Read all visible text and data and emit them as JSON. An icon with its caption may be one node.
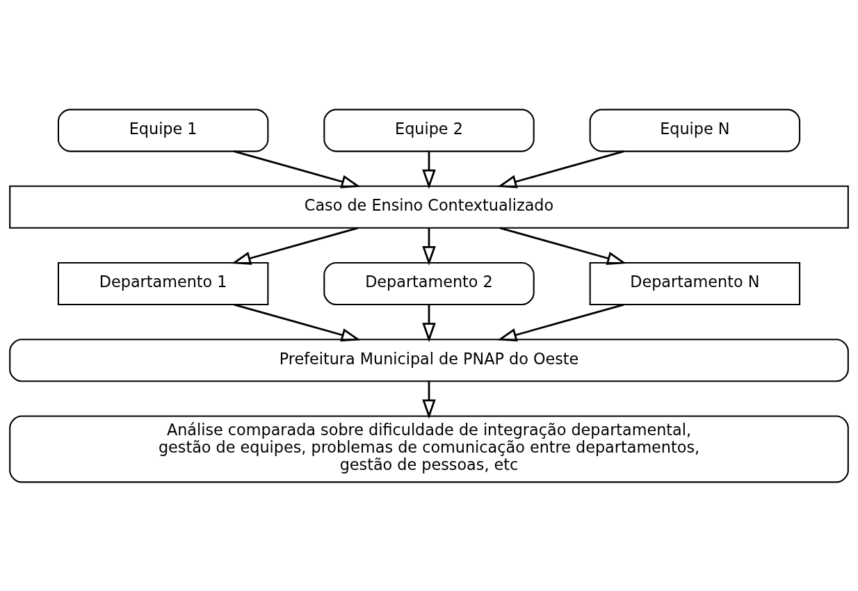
{
  "diagram": {
    "nodes": [
      {
        "text": [
          "Equipe 1"
        ]
      },
      {
        "text": [
          "Equipe 2"
        ]
      },
      {
        "text": [
          "Equipe N"
        ]
      },
      {
        "text": [
          "Caso de Ensino Contextualizado"
        ]
      },
      {
        "text": [
          "Departamento 1"
        ]
      },
      {
        "text": [
          "Departamento 2"
        ]
      },
      {
        "text": [
          "Departamento N"
        ]
      },
      {
        "text": [
          "Prefeitura Municipal de PNAP do Oeste"
        ]
      },
      {
        "text": [
          "Análise comparada sobre dificuldade de integração departamental, gestão de equipes, problemas de comunicação entre departamentos, gestão de pessoas, etc"
        ]
      }
    ],
    "edges": [
      {
        "from": 0,
        "to": 3,
        "arrow": "to"
      },
      {
        "from": 1,
        "to": 3,
        "arrow": "to"
      },
      {
        "from": 2,
        "to": 3,
        "arrow": "to"
      },
      {
        "from": 3,
        "to": 4,
        "arrow": "to"
      },
      {
        "from": 3,
        "to": 5,
        "arrow": "to"
      },
      {
        "from": 3,
        "to": 6,
        "arrow": "to"
      },
      {
        "from": 4,
        "to": 7,
        "arrow": "to"
      },
      {
        "from": 5,
        "to": 7,
        "arrow": "to"
      },
      {
        "from": 6,
        "to": 7,
        "arrow": "to"
      },
      {
        "from": 7,
        "to": 8,
        "arrow": "to"
      }
    ]
  }
}
